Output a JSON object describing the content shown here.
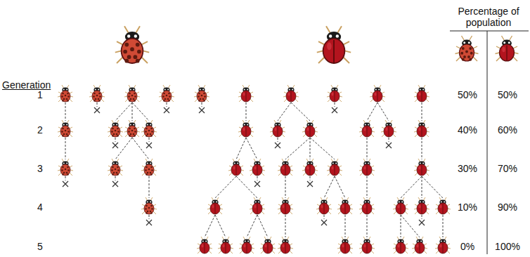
{
  "diagram": {
    "labels": [
      "Generation",
      "Percentage of population",
      "1",
      "50%",
      "50%",
      "2",
      "40%",
      "60%",
      "3",
      "30%",
      "70%",
      "4",
      "10%",
      "90%",
      "5",
      "0%",
      "100%"
    ]
  }
}
